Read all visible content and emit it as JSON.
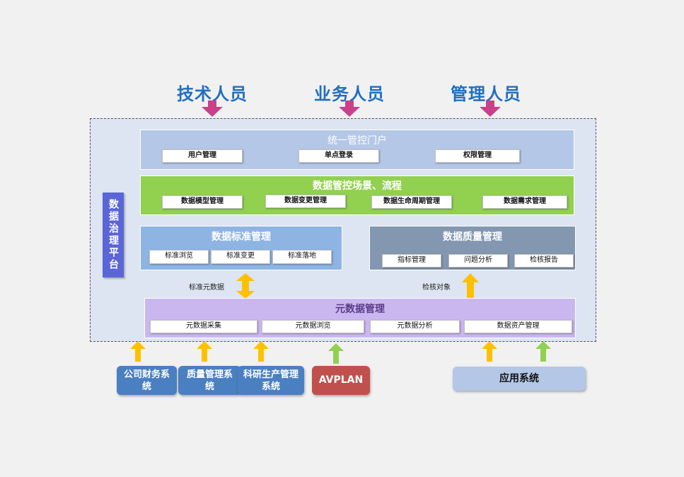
{
  "roles": [
    "技术人员",
    "业务人员",
    "管理人员"
  ],
  "platform_title": "数据治理平台",
  "portal": {
    "title": "统一管控门户",
    "items": [
      "用户管理",
      "单点登录",
      "权限管理"
    ]
  },
  "scenario": {
    "title": "数据管控场景、流程",
    "items": [
      "数据模型管理",
      "数据变更管理",
      "数据生命周期管理",
      "数据需求管理"
    ]
  },
  "standard": {
    "title": "数据标准管理",
    "items": [
      "标准浏览",
      "标准变更",
      "标准落地"
    ]
  },
  "quality": {
    "title": "数据质量管理",
    "items": [
      "指标管理",
      "问题分析",
      "检核报告"
    ]
  },
  "metadata": {
    "title": "元数据管理",
    "items": [
      "元数据采集",
      "元数据浏览",
      "元数据分析",
      "数据资产管理"
    ]
  },
  "link_labels": {
    "standard_meta": "标准元数据",
    "check_object": "检核对象"
  },
  "sources": {
    "finance": "公司财务系统",
    "quality_mgmt": "质量管理系统",
    "research": "科研生产管理系统",
    "avplan": "AVPLAN",
    "application": "应用系统"
  },
  "colors": {
    "role_text": "#1f6fc2",
    "role_arrow": "#c9418a",
    "portal_bg": "#b4c7e7",
    "scenario_bg": "#92d050",
    "standard_bg": "#8eb4e3",
    "quality_bg": "#8497b0",
    "metadata_bg": "#cbb7f0",
    "arrow_yellow": "#ffc000",
    "arrow_green": "#92d050",
    "source_blue": "#4a7fc1",
    "source_red": "#c0504d",
    "source_app": "#b4c7e7"
  }
}
